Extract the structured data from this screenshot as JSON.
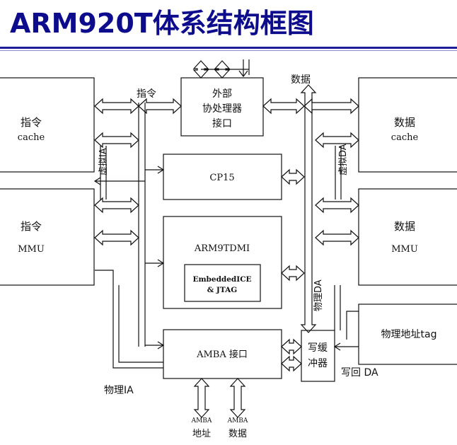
{
  "title": "ARM920T体系结构框图",
  "blocks": {
    "icache": {
      "line1": "指令",
      "line2": "cache"
    },
    "immu": {
      "line1": "指令",
      "line2": "MMU"
    },
    "dcache": {
      "line1": "数据",
      "line2": "cache"
    },
    "dmmu": {
      "line1": "数据",
      "line2": "MMU"
    },
    "coproc": {
      "line1": "外部",
      "line2": "协处理器",
      "line3": "接口"
    },
    "cp15": "CP15",
    "core": "ARM9TDMI",
    "ice": {
      "line1": "EmbeddedICE",
      "line2": "& JTAG"
    },
    "amba": "AMBA 接口",
    "wbuf": {
      "line1": "写缓",
      "line2": "冲器"
    },
    "ptag": "物理地址tag"
  },
  "labels": {
    "instr_bus": "指令",
    "data_bus": "数据",
    "virt_ia": "虚拟IA",
    "virt_da": "虚拟DA",
    "phys_da": "物理DA",
    "phys_ia": "物理IA",
    "writeback_da": "写回 DA",
    "amba_addr": {
      "line1": "AMBA",
      "line2": "地址"
    },
    "amba_data": {
      "line1": "AMBA",
      "line2": "数据"
    }
  }
}
